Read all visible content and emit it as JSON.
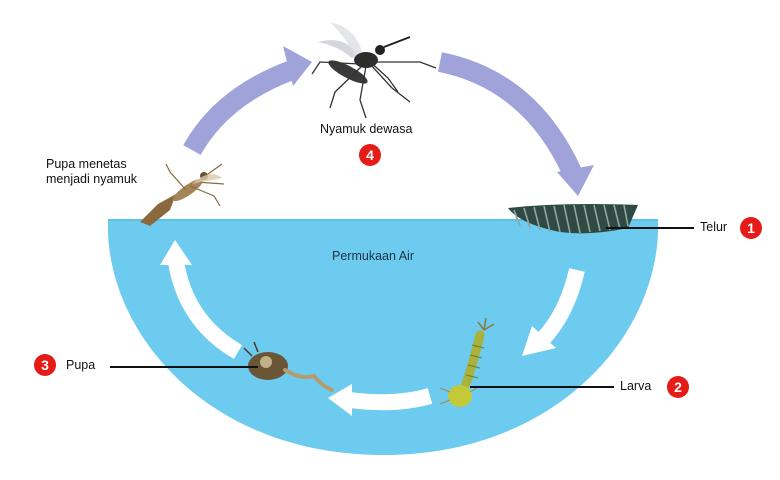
{
  "diagram": {
    "surface_label": "Permukaan Air",
    "hatch_label_line1": "Pupa menetas",
    "hatch_label_line2": "menjadi nyamuk",
    "stages": {
      "egg": {
        "label": "Telur",
        "number": "1"
      },
      "larva": {
        "label": "Larva",
        "number": "2"
      },
      "pupa": {
        "label": "Pupa",
        "number": "3"
      },
      "adult": {
        "label": "Nyamuk dewasa",
        "number": "4"
      }
    }
  },
  "colors": {
    "water": "#6ccbee",
    "water_edge": "#5fc0e6",
    "arrow_top": "#9fa3d9",
    "arrow_water": "#ffffff",
    "badge": "#e41b17"
  },
  "icons": [
    "mosquito-adult-icon",
    "egg-raft-icon",
    "larva-icon",
    "pupa-icon",
    "emerging-mosquito-icon"
  ]
}
